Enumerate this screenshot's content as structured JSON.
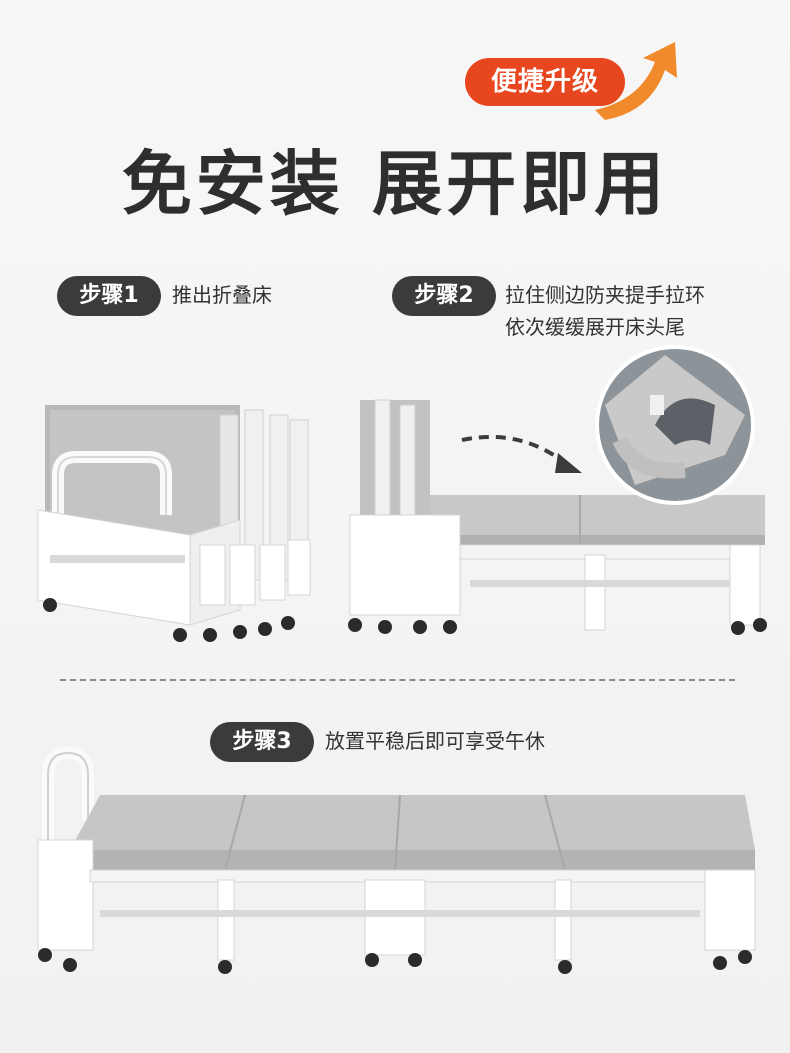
{
  "badge": {
    "label": "便捷升级"
  },
  "title": "免安装 展开即用",
  "steps": [
    {
      "label": "步骤1",
      "text": "推出折叠床"
    },
    {
      "label": "步骤2",
      "text_line1": "拉住侧边防夹提手拉环",
      "text_line2": "依次缓缓展开床头尾"
    },
    {
      "label": "步骤3",
      "text": "放置平稳后即可享受午休"
    }
  ],
  "colors": {
    "accent": "#e8461e",
    "pill": "#3b3b3b",
    "cushion": "#bdbdbd",
    "frame": "#ffffff"
  },
  "icons": {
    "badge_arrow": "up-arrow-icon",
    "step2_arrow": "dashed-arrow-icon"
  }
}
